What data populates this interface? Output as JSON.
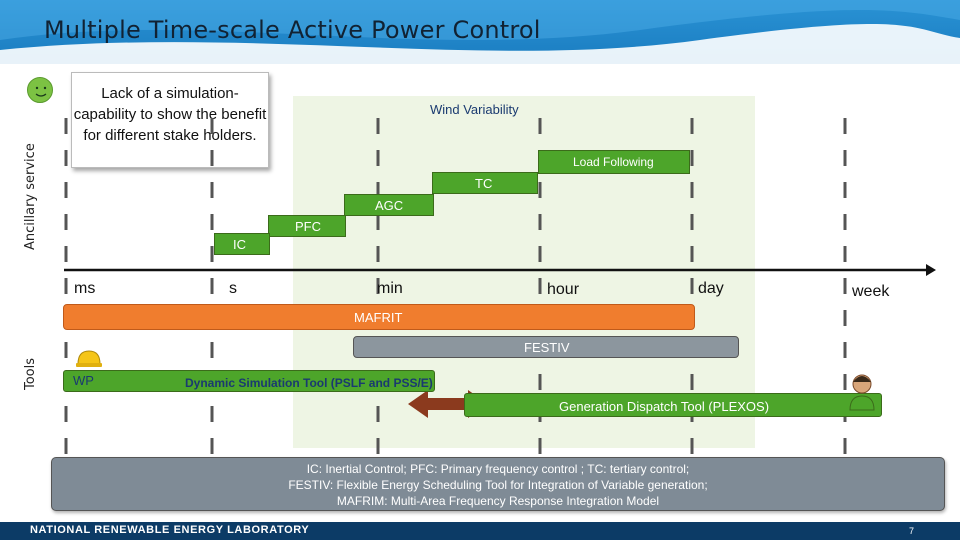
{
  "title": "Multiple Time-scale Active Power Control",
  "side_labels": {
    "top": "Ancillary service",
    "bottom": "Tools"
  },
  "callout": {
    "text": "Lack of a simulation-capability to show the benefit for different stake holders."
  },
  "wind_variability": "Wind Variability",
  "services": {
    "load_following": "Load Following",
    "tc": "TC",
    "agc": "AGC",
    "pfc": "PFC",
    "ic": "IC"
  },
  "timescale": [
    "ms",
    "s",
    "min",
    "hour",
    "day",
    "week"
  ],
  "tools": {
    "mafrit": "MAFRIT",
    "festiv": "FESTIV",
    "wp": "WP",
    "dynamic_sim": "Dynamic Simulation Tool (PSLF and PSS/E)",
    "gen_dispatch": "Generation Dispatch Tool (PLEXOS)"
  },
  "legend": {
    "line1": "IC: Inertial Control; PFC: Primary frequency control ; TC: tertiary control;",
    "line2": "FESTIV: Flexible Energy Scheduling Tool for Integration of Variable generation;",
    "line3": "MAFRIM: Multi-Area Frequency Response Integration Model"
  },
  "footer": {
    "org": "NATIONAL RENEWABLE ENERGY LABORATORY",
    "page": "7"
  },
  "colors": {
    "header": "#1a7cc0",
    "green": "#4da52a",
    "orange": "#f07d2e",
    "gray_bar": "#8c969e",
    "shade": "#eef5e4",
    "footer": "#0c3b66"
  }
}
